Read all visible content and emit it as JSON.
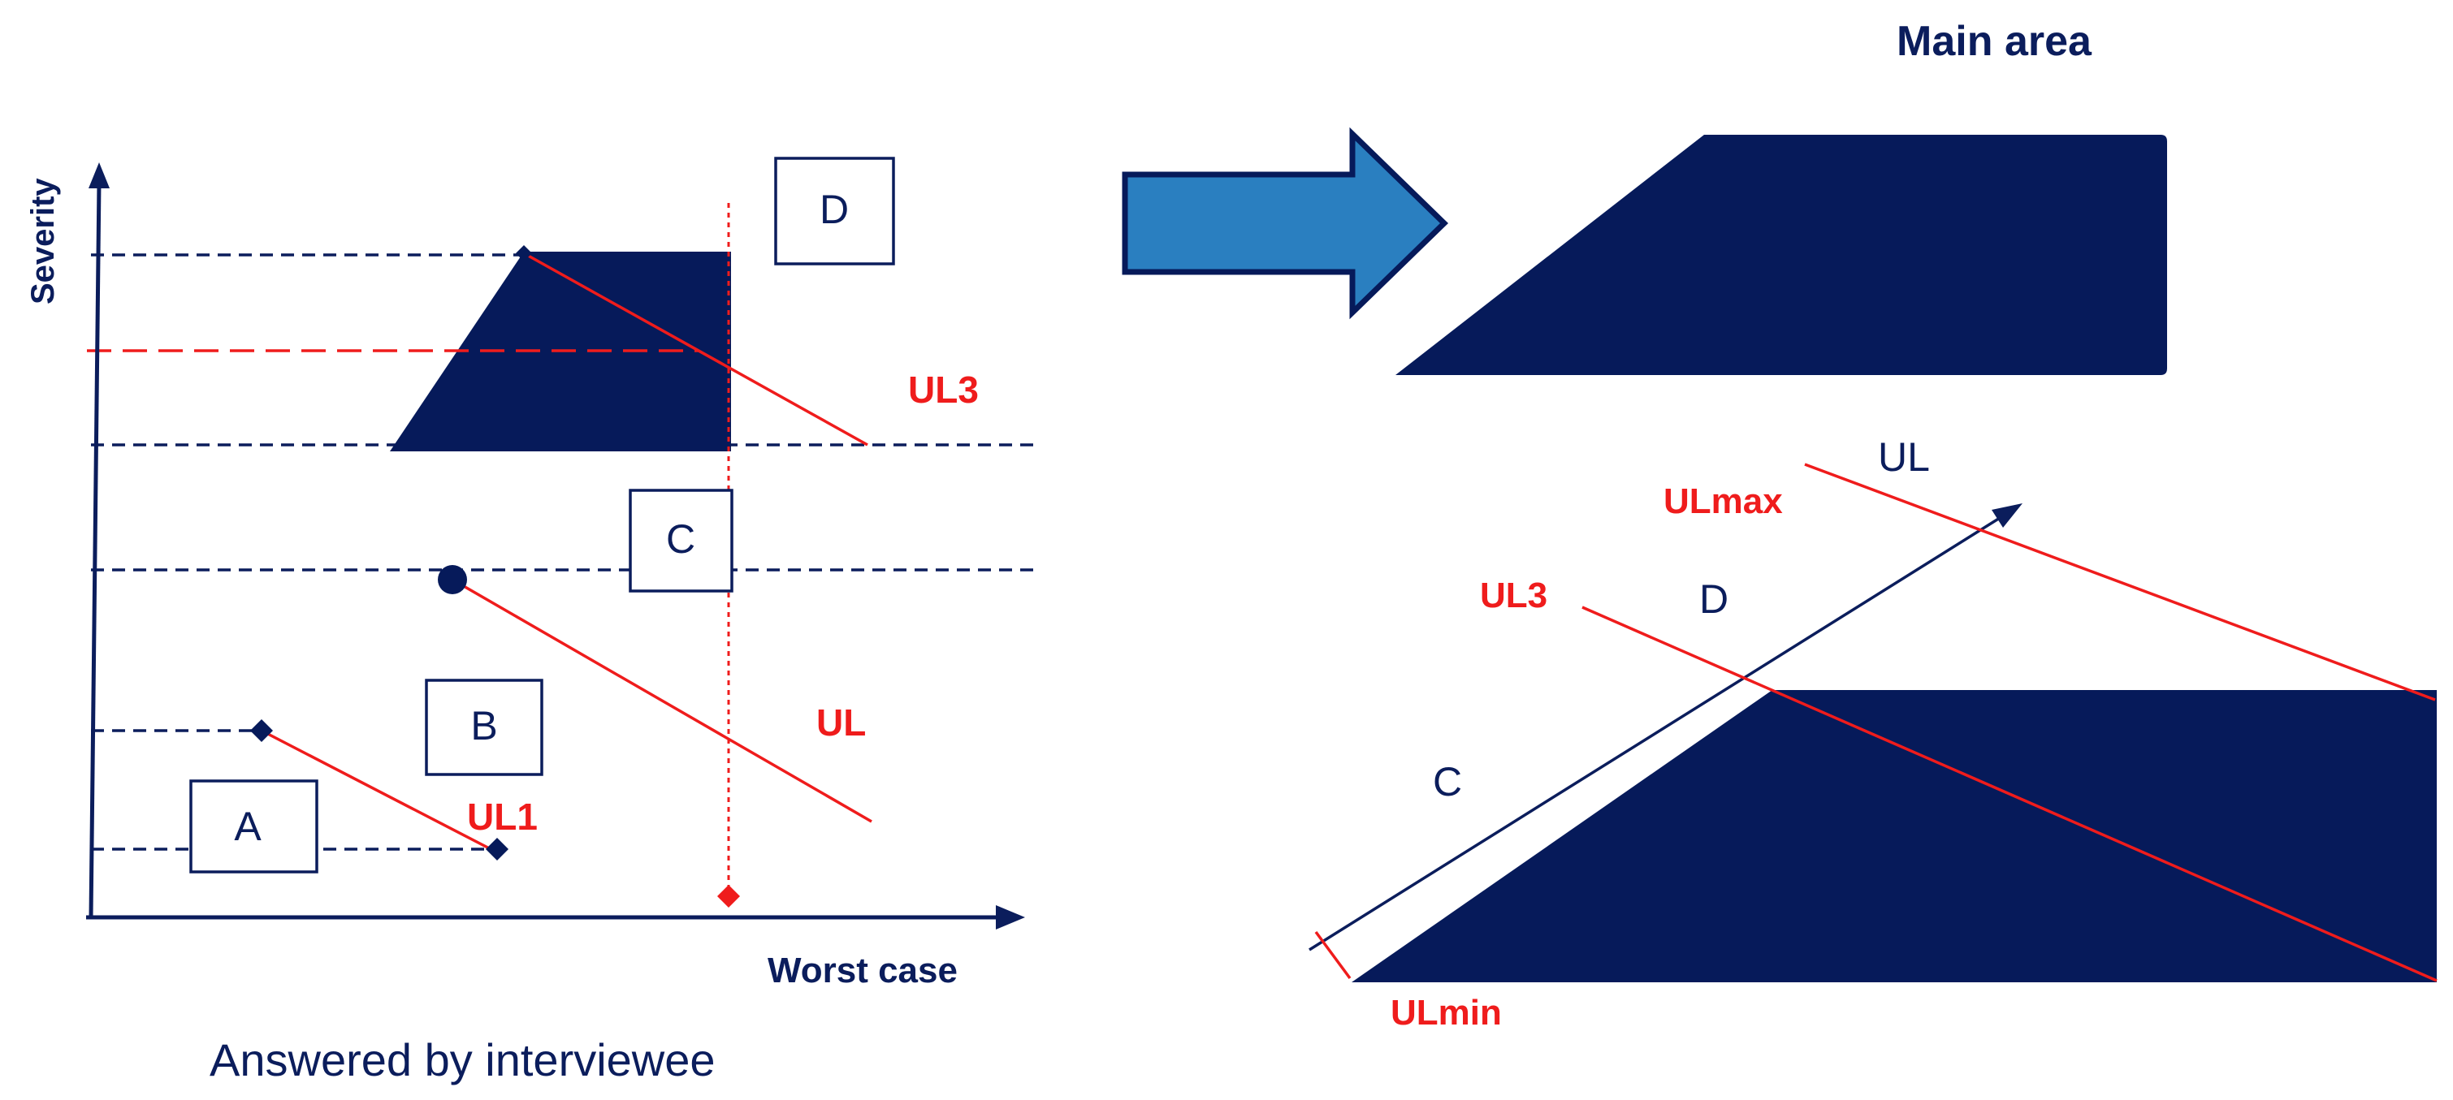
{
  "colors": {
    "navy": "#061a5a",
    "red": "#ef1c1c",
    "arrow_blue": "#2a7fc0",
    "text_navy": "#0b1d5c"
  },
  "left_diagram": {
    "axis_y_label": "Severity",
    "axis_x_label": "Worst case",
    "caption": "Answered  by interviewee",
    "boxes": {
      "a": "A",
      "b": "B",
      "c": "C",
      "d": "D"
    },
    "lines": {
      "ul1": "UL1",
      "ul": "UL",
      "ul3": "UL3"
    }
  },
  "right_diagram": {
    "title": "Main area",
    "labels": {
      "ul": "UL",
      "ulmax": "ULmax",
      "ul3": "UL3",
      "d": "D",
      "c": "C",
      "ulmin": "ULmin"
    }
  },
  "arrow": {
    "icon": "right-arrow-icon"
  }
}
